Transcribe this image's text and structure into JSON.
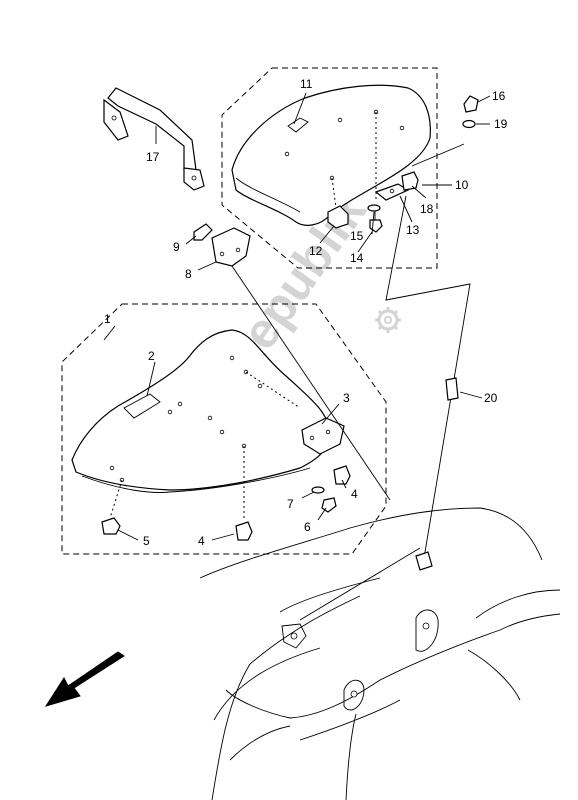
{
  "diagram": {
    "watermark": "PartsRepublik",
    "callouts": {
      "c1": "1",
      "c2": "2",
      "c3": "3",
      "c4a": "4",
      "c4b": "4",
      "c5": "5",
      "c6": "6",
      "c7": "7",
      "c8": "8",
      "c9": "9",
      "c10": "10",
      "c11": "11",
      "c12": "12",
      "c13": "13",
      "c14": "14",
      "c15": "15",
      "c16": "16",
      "c17": "17",
      "c18": "18",
      "c19": "19",
      "c20": "20"
    }
  }
}
